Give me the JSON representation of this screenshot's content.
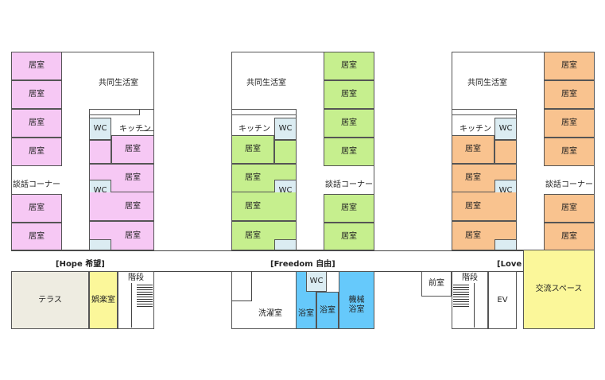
{
  "labels": {
    "room": "居室",
    "common_room": "共同生活室",
    "kitchen": "キッチン",
    "wc": "WC",
    "lounge": "談話コーナー",
    "terrace": "テラス",
    "recreation": "娯楽室",
    "stairs": "階段",
    "laundry": "洗濯室",
    "bath": "浴室",
    "machine_bath": "機械\n浴室",
    "front_room": "前室",
    "ev": "EV",
    "exchange_space": "交流スペース"
  },
  "units": [
    {
      "name": "[Hope  希望]",
      "color": "#f6c8f4"
    },
    {
      "name": "[Freedom  自由]",
      "color": "#c6ef8e"
    },
    {
      "name": "[Love  愛]",
      "color": "#f9c38f"
    }
  ]
}
